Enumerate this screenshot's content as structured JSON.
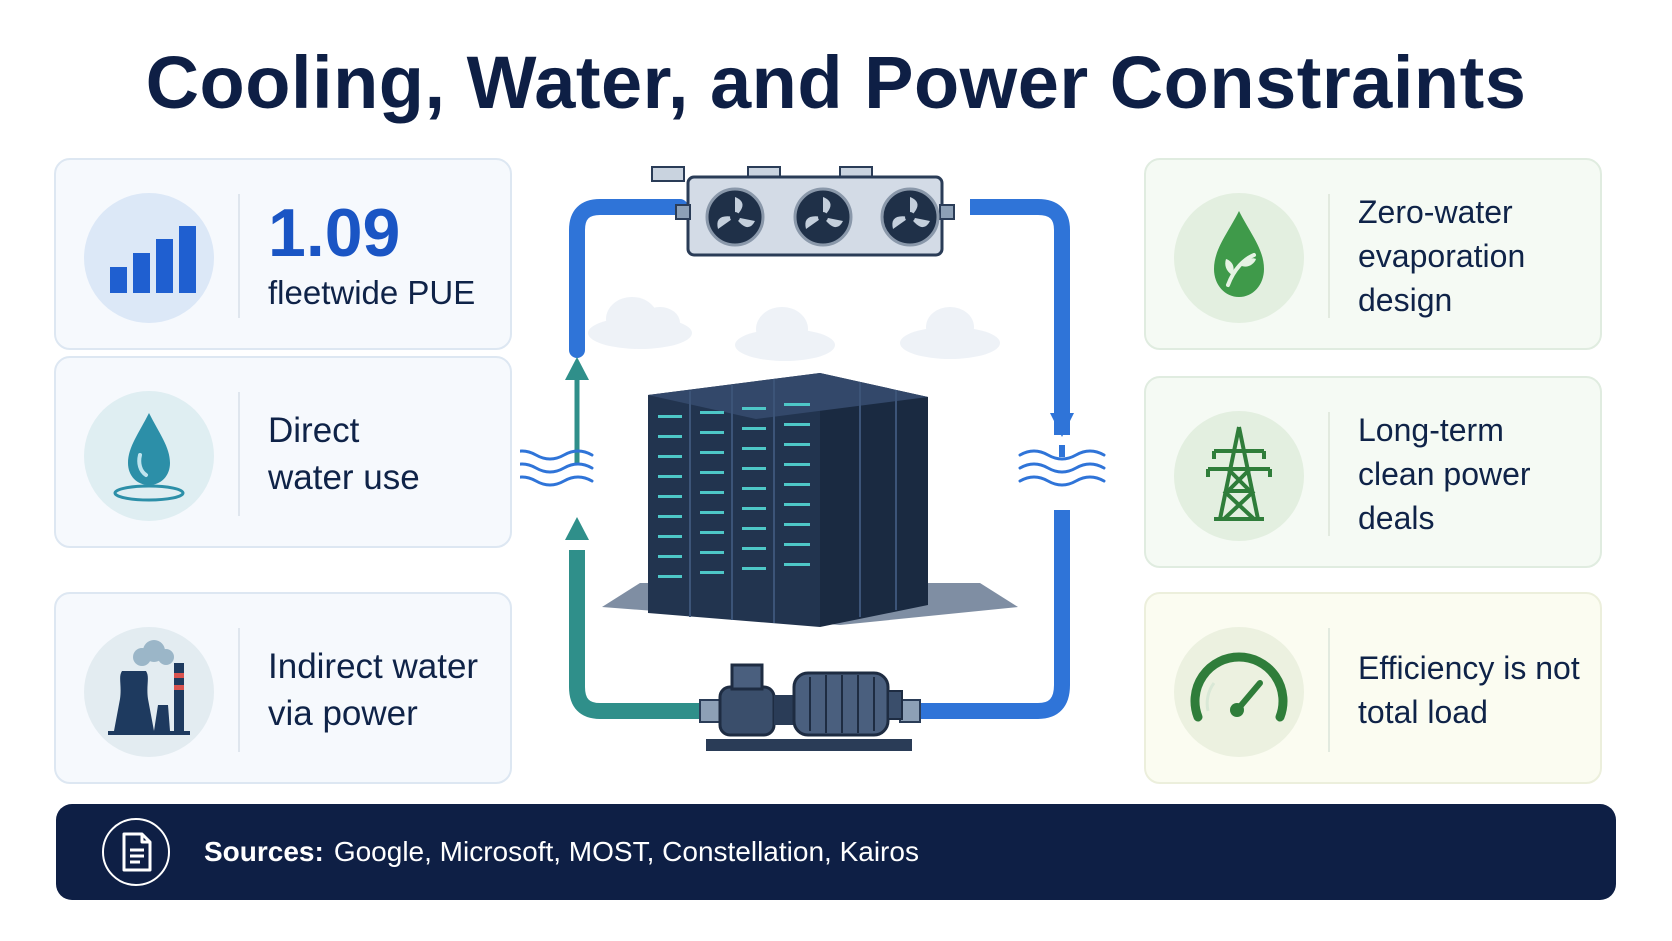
{
  "title": "Cooling, Water, and Power Constraints",
  "left_cards": [
    {
      "number": "1.09",
      "label": "fleetwide PUE",
      "icon": "bar-chart-icon"
    },
    {
      "line1": "Direct",
      "line2": "water use",
      "icon": "water-drop-icon"
    },
    {
      "line1": "Indirect water",
      "line2": "via power",
      "icon": "power-plant-icon"
    }
  ],
  "right_cards": [
    {
      "line1": "Zero-water",
      "line2": "evaporation design",
      "icon": "leaf-drop-icon"
    },
    {
      "line1": "Long-term",
      "line2": "clean power deals",
      "icon": "transmission-tower-icon"
    },
    {
      "line1": "Efficiency is not",
      "line2": "total load",
      "icon": "gauge-icon"
    }
  ],
  "diagram": {
    "components": [
      "cooling-unit-fans-icon",
      "server-racks-icon",
      "pump-icon"
    ]
  },
  "footer": {
    "label": "Sources:",
    "text": "Google, Microsoft, MOST, Constellation, Kairos",
    "icon": "document-icon"
  },
  "colors": {
    "navy": "#0e1f45",
    "blue": "#1a55c4",
    "pipe_blue": "#2f74d8",
    "pipe_teal": "#2f8f8a",
    "green": "#3a8a43"
  }
}
